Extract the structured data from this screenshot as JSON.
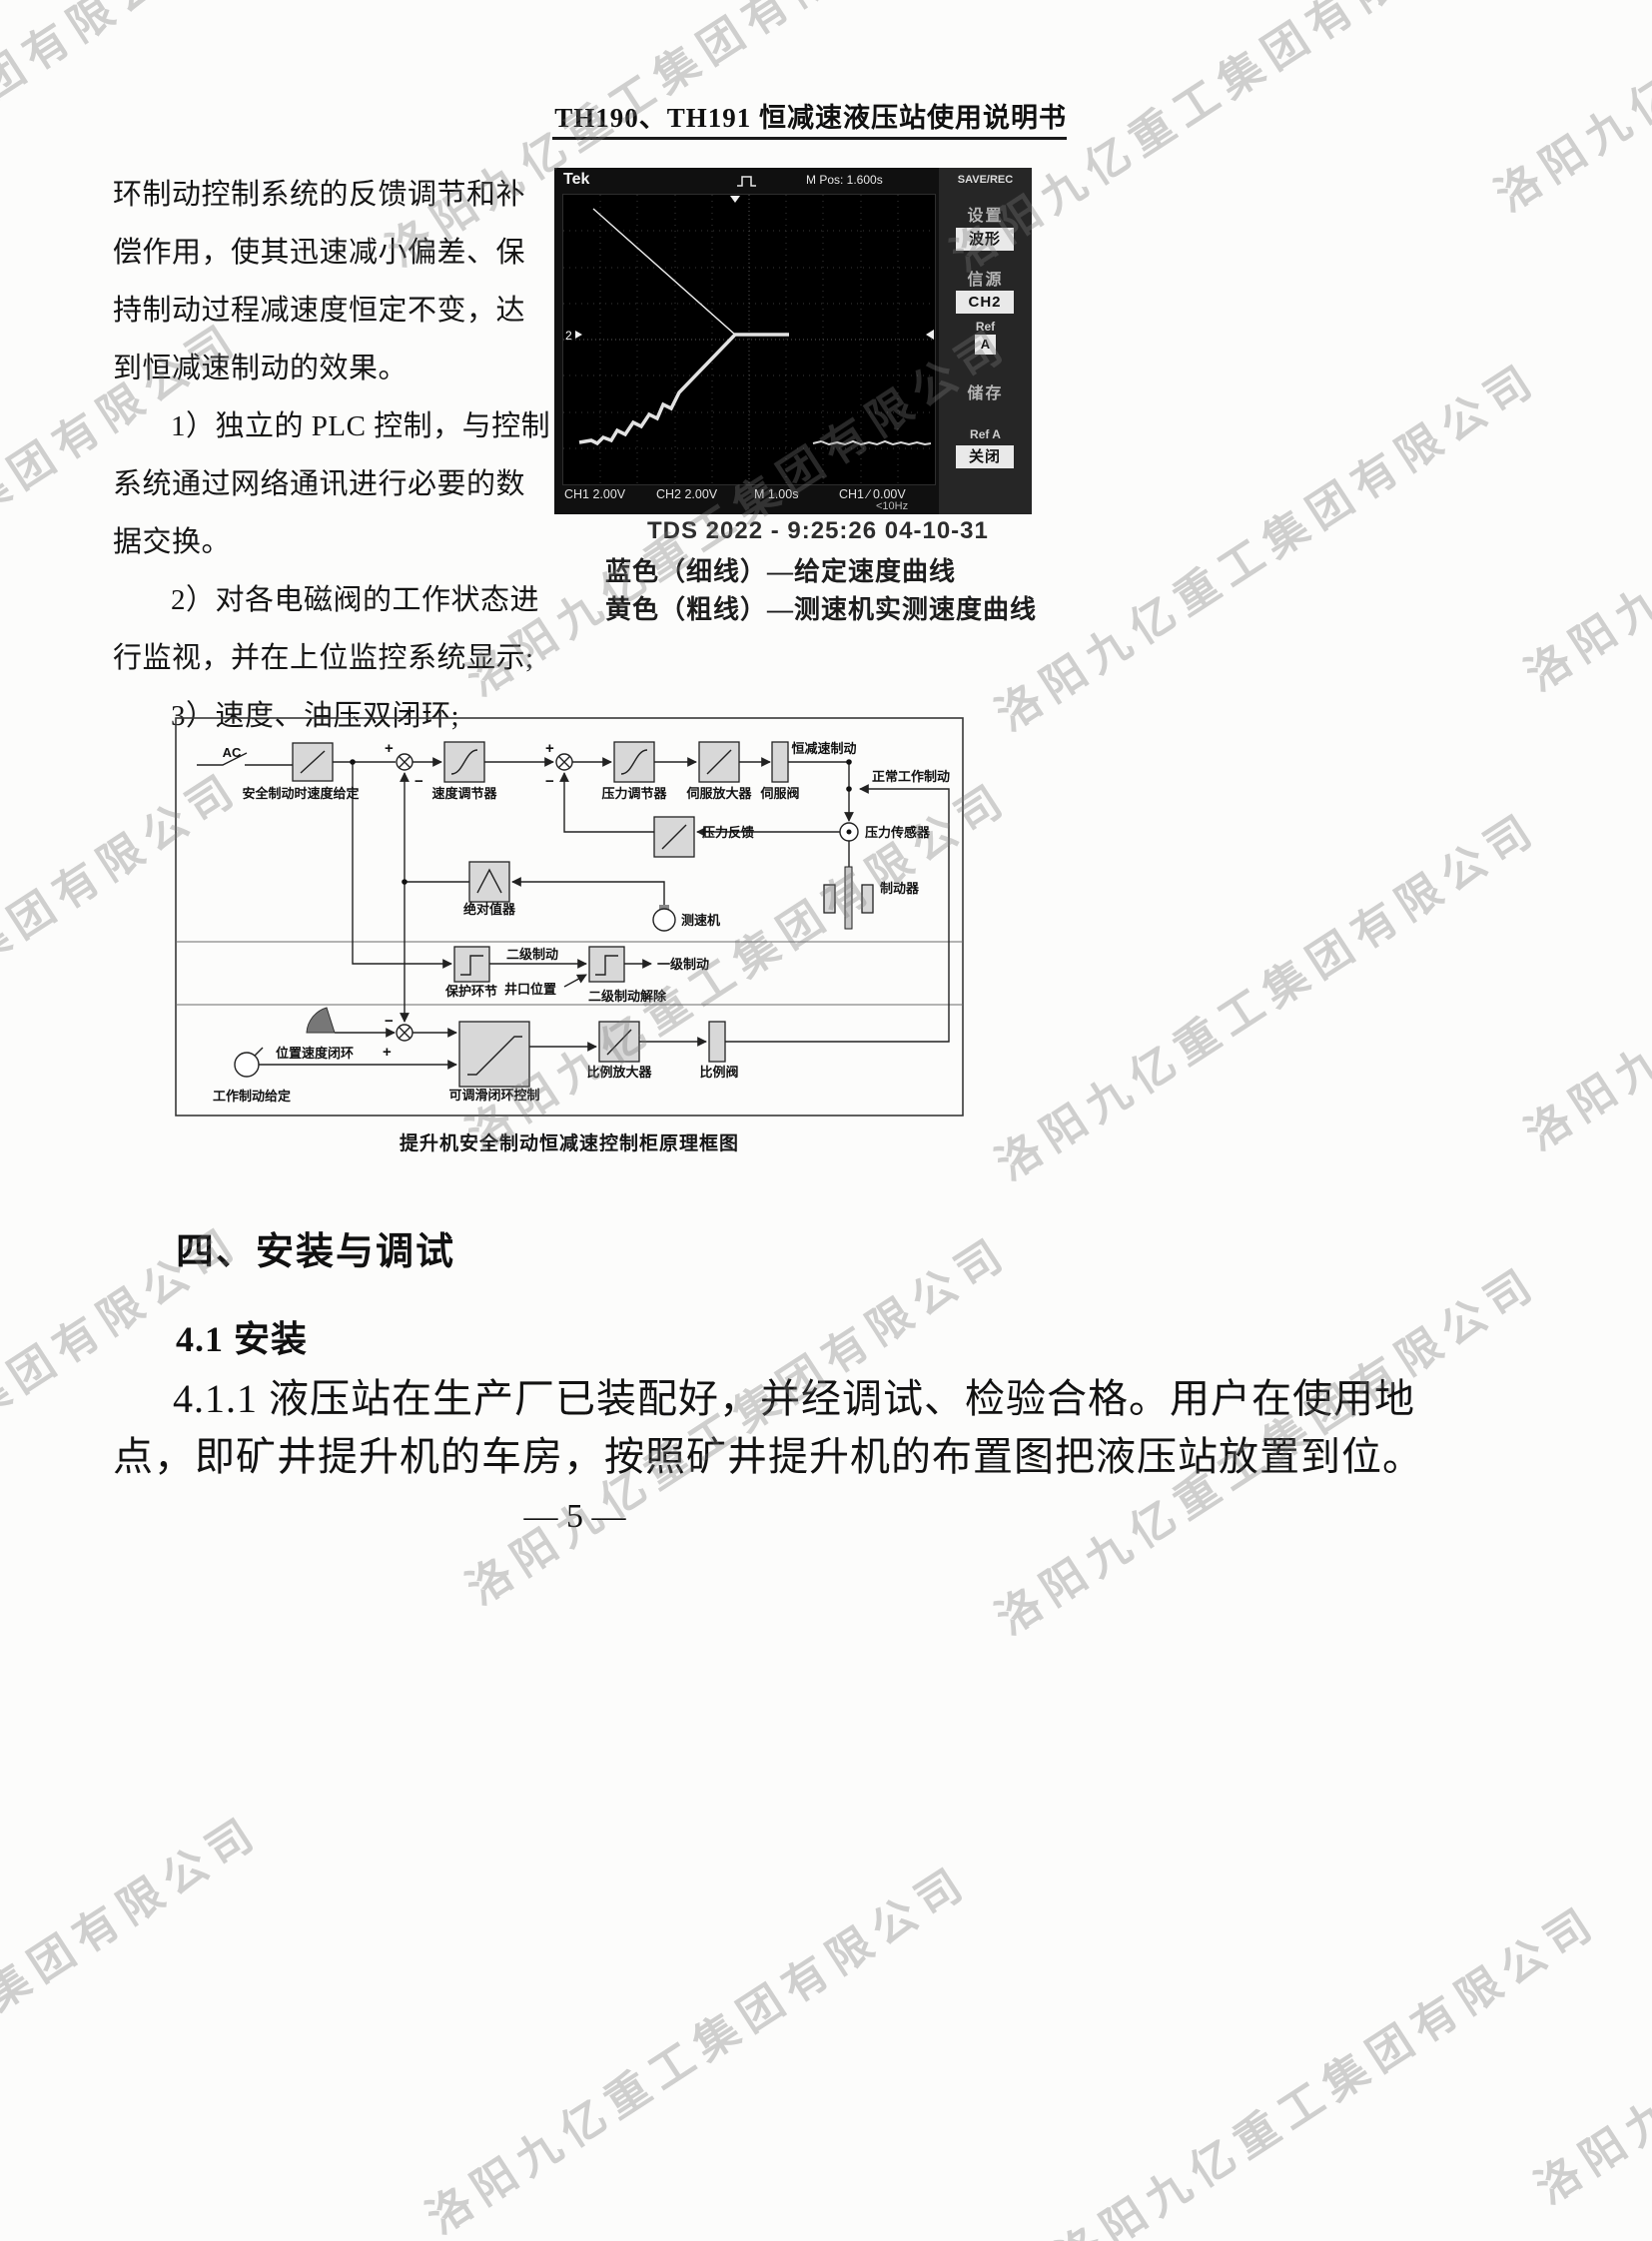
{
  "header": {
    "title": "TH190、TH191 恒减速液压站使用说明书"
  },
  "watermark": {
    "text": "洛阳九亿重工集团有限公司"
  },
  "intro": {
    "lines": [
      "环制动控制系统的反馈调节和补",
      "偿作用，使其迅速减小偏差、保",
      "持制动过程减速度恒定不变，达",
      "到恒减速制动的效果。",
      "1）独立的 PLC 控制，与控制",
      "系统通过网络通讯进行必要的数",
      "据交换。",
      "2）对各电磁阀的工作状态进",
      "行监视，并在上位监控系统显示;",
      "3）速度、油压双闭环;"
    ]
  },
  "scope": {
    "brand": "Tek",
    "m_pos": "M Pos: 1.600s",
    "save_rec": "SAVE/REC",
    "marker_ch2": "2",
    "menu": {
      "settings": "设置",
      "waveform": "波形",
      "source": "信源",
      "ch2": "CH2",
      "ref": "Ref",
      "ref_a": "A",
      "store": "储存",
      "ref_a2": "Ref A",
      "close": "关闭"
    },
    "status": {
      "ch1": "CH1  2.00V",
      "ch2": "CH2  2.00V",
      "time": "M 1.00s",
      "trig": "CH1 ∕ 0.00V",
      "freq": "<10Hz"
    }
  },
  "scope_caption": {
    "line1": "TDS 2022 - 9:25:26  04-10-31",
    "line2": "蓝色（细线）—给定速度曲线",
    "line3": "黄色（粗线）—测速机实测速度曲线"
  },
  "diagram": {
    "ac": "AC",
    "plus": "+",
    "minus": "−",
    "labels": {
      "safe_speed": "安全制动时速度给定",
      "speed_reg": "速度调节器",
      "pressure_reg": "压力调节器",
      "servo_amp": "伺服放大器",
      "servo_valve": "伺服阀",
      "const_decel": "恒减速制动",
      "normal_brake": "正常工作制动",
      "pressure_fb": "压力反馈",
      "pressure_sensor": "压力传感器",
      "brake": "制动器",
      "abs_value": "绝对值器",
      "tacho": "测速机",
      "protect": "保护环节",
      "second_brake": "二级制动",
      "first_brake": "一级制动",
      "wellhead": "井口位置",
      "second_release": "二级制动解除",
      "pos_speed_loop": "位置速度闭环",
      "work_brake": "工作制动给定",
      "adj_loop": "可调滑闭环控制",
      "prop_amp": "比例放大器",
      "prop_valve": "比例阀"
    },
    "caption": "提升机安全制动恒减速控制柜原理框图"
  },
  "sections": {
    "heading": "四、安装与调试",
    "sub": "4.1 安装",
    "para": [
      "4.1.1 液压站在生产厂已装配好，并经调试、检验合格。用户在使用地",
      "点，即矿井提升机的车房，按照矿井提升机的布置图把液压站放置到位。"
    ]
  },
  "footer": {
    "page": "— 5 —"
  }
}
